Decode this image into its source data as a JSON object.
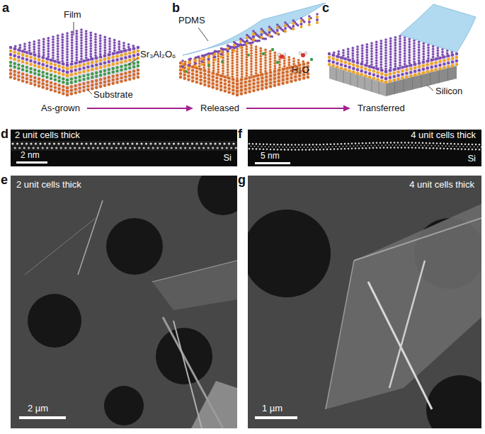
{
  "diagram": {
    "nodes": [
      {
        "text": [
          "d",
          "2 unit cells thick",
          "2 nm",
          "Si"
        ]
      },
      {
        "text": [
          "f",
          "4 unit cells thick",
          "5 nm",
          "Si"
        ]
      },
      {
        "text": [
          "e",
          "2 unit cells thick",
          "2 µm"
        ]
      },
      {
        "text": [
          "g",
          "4 unit cells thick",
          "1 µm"
        ]
      }
    ],
    "labels": [
      "a",
      "Film",
      "Sr₃Al₂O₆",
      "Substrate",
      "b",
      "PDMS",
      "H₂O",
      "c",
      "Silicon",
      "As-grown",
      "Released",
      "Transferred"
    ]
  }
}
